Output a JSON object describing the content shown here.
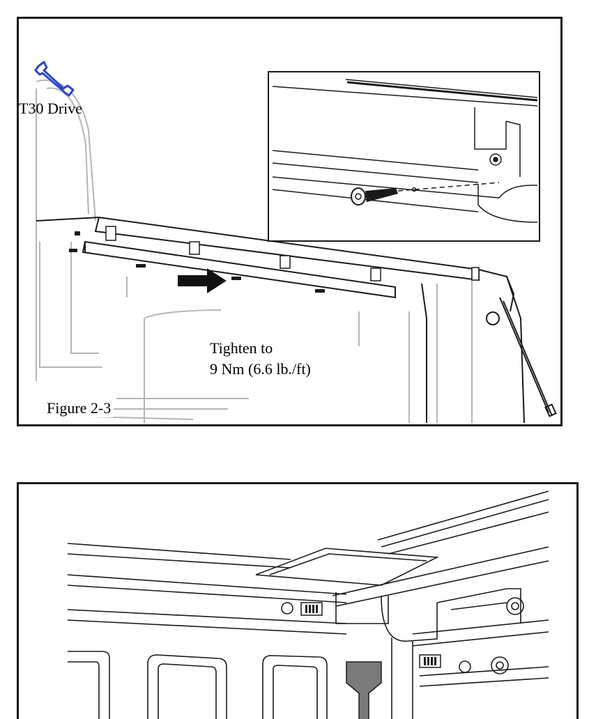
{
  "figure_top": {
    "tool_label": "T30 Drive",
    "tool_icon": "wrench-icon",
    "torque_line1": "Tighten to",
    "torque_line2": "9 Nm (6.6 lb./ft)",
    "caption": "Figure 2-3",
    "direction_icon": "arrow-right-icon"
  },
  "figure_bottom": {
    "bracket_icon": "bolt-icon",
    "funnel_icon": "funnel-icon"
  },
  "colors": {
    "line": "#1a1a1a",
    "light_line": "#b5b5b5",
    "wrench": "#2b45c8",
    "funnel": "#7a7a7a"
  }
}
